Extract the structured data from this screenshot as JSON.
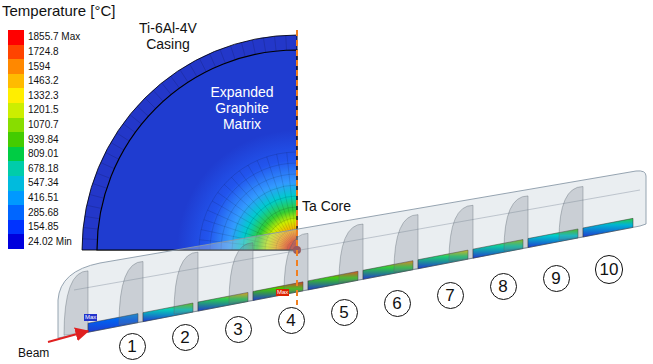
{
  "diagram": {
    "nodes": [
      {
        "text": [
          "1"
        ]
      },
      {
        "text": [
          "2"
        ]
      },
      {
        "text": [
          "3"
        ]
      },
      {
        "text": [
          "4"
        ]
      },
      {
        "text": [
          "5"
        ]
      },
      {
        "text": [
          "6"
        ]
      },
      {
        "text": [
          "7"
        ]
      },
      {
        "text": [
          "8"
        ]
      },
      {
        "text": [
          "9"
        ]
      },
      {
        "text": [
          "10"
        ]
      }
    ],
    "labels": [
      "Temperature [°C]",
      "Ti-6Al-4V Casing",
      "Expanded Graphite Matrix",
      "Ta Core",
      "Beam",
      "Max",
      "Max"
    ],
    "legend": [
      {
        "text": "1855.7 Max",
        "color": "#ff0000"
      },
      {
        "text": "1724.8",
        "color": "#ff4400"
      },
      {
        "text": "1594",
        "color": "#ff8800"
      },
      {
        "text": "1463.2",
        "color": "#ffbb00"
      },
      {
        "text": "1332.3",
        "color": "#ffee00"
      },
      {
        "text": "1201.5",
        "color": "#ccee00"
      },
      {
        "text": "1070.7",
        "color": "#88dd00"
      },
      {
        "text": "939.84",
        "color": "#44cc00"
      },
      {
        "text": "809.01",
        "color": "#00cc44"
      },
      {
        "text": "678.18",
        "color": "#00ccaa"
      },
      {
        "text": "547.34",
        "color": "#00bbdd"
      },
      {
        "text": "416.51",
        "color": "#0099ff"
      },
      {
        "text": "285.68",
        "color": "#0066ff"
      },
      {
        "text": "154.85",
        "color": "#0033ff"
      },
      {
        "text": "24.02 Min",
        "color": "#0000dd"
      }
    ]
  }
}
